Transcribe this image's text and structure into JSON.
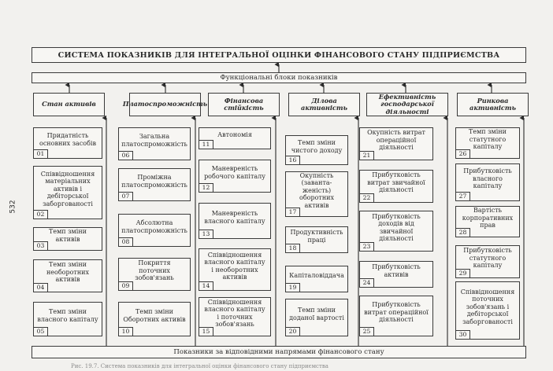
{
  "page_number": "532",
  "title": "СИСТЕМА ПОКАЗНИКІВ ДЛЯ ІНТЕГРАЛЬНОЇ ОЦІНКИ ФІНАНСОВОГО СТАНУ ПІДПРИЄМСТВА",
  "blocks_label": "Функціональні блоки показників",
  "bottom_label": "Показники за відповідними напрямами фінансового стану",
  "caption": "Рис. 19.7. Система показників для інтегральної оцінки фінансового стану підприємства",
  "columns": [
    {
      "title": "Стан активів",
      "items": [
        {
          "num": "01",
          "label": "Придатність основних засобів"
        },
        {
          "num": "02",
          "label": "Співвідношення матеріальних активів і дебіторської заборгованості"
        },
        {
          "num": "03",
          "label": "Темп зміни активів"
        },
        {
          "num": "04",
          "label": "Темп зміни необоротних активів"
        },
        {
          "num": "05",
          "label": "Темп зміни власного капіталу"
        }
      ]
    },
    {
      "title": "Платоспроможність",
      "items": [
        {
          "num": "06",
          "label": "Загальна платоспроможність"
        },
        {
          "num": "07",
          "label": "Проміжна платоспроможність"
        },
        {
          "num": "08",
          "label": "Абсолютна платоспроможність"
        },
        {
          "num": "09",
          "label": "Покриття поточних зобов'язань"
        },
        {
          "num": "10",
          "label": "Темп зміни Оборотних активів"
        }
      ]
    },
    {
      "title": "Фінансова стійкість",
      "items": [
        {
          "num": "11",
          "label": "Автономія"
        },
        {
          "num": "12",
          "label": "Маневреність робочого капіталу"
        },
        {
          "num": "13",
          "label": "Маневреність власного капіталу"
        },
        {
          "num": "14",
          "label": "Співвідношення власного капіталу і необоротних активів"
        },
        {
          "num": "15",
          "label": "Співвідношення власного капіталу і поточних зобов'язань"
        }
      ]
    },
    {
      "title": "Ділова активність",
      "items": [
        {
          "num": "16",
          "label": "Темп зміни чистого доходу"
        },
        {
          "num": "17",
          "label": "Окупність (заванта-женість) оборотних активів"
        },
        {
          "num": "18",
          "label": "Продуктивність праці"
        },
        {
          "num": "19",
          "label": "Капіталовіддача"
        },
        {
          "num": "20",
          "label": "Темп зміни доданої вартості"
        }
      ]
    },
    {
      "title": "Ефективність господарської діяльності",
      "items": [
        {
          "num": "21",
          "label": "Окупність витрат операційної діяльності"
        },
        {
          "num": "22",
          "label": "Прибутковість витрат звичайної діяльності"
        },
        {
          "num": "23",
          "label": "Прибутковість доходів від звичайної діяльності"
        },
        {
          "num": "24",
          "label": "Прибутковість активів"
        },
        {
          "num": "25",
          "label": "Прибутковість витрат операційної діяльності"
        }
      ]
    },
    {
      "title": "Ринкова активність",
      "items": [
        {
          "num": "26",
          "label": "Темп зміни статутного капіталу"
        },
        {
          "num": "27",
          "label": "Прибутковість власного капіталу"
        },
        {
          "num": "28",
          "label": "Вартість корпоративних прав"
        },
        {
          "num": "29",
          "label": "Прибутковість статутного капіталу"
        },
        {
          "num": "30",
          "label": "Співвідношення поточних зобов'язань і дебіторської заборгованості"
        }
      ]
    }
  ]
}
